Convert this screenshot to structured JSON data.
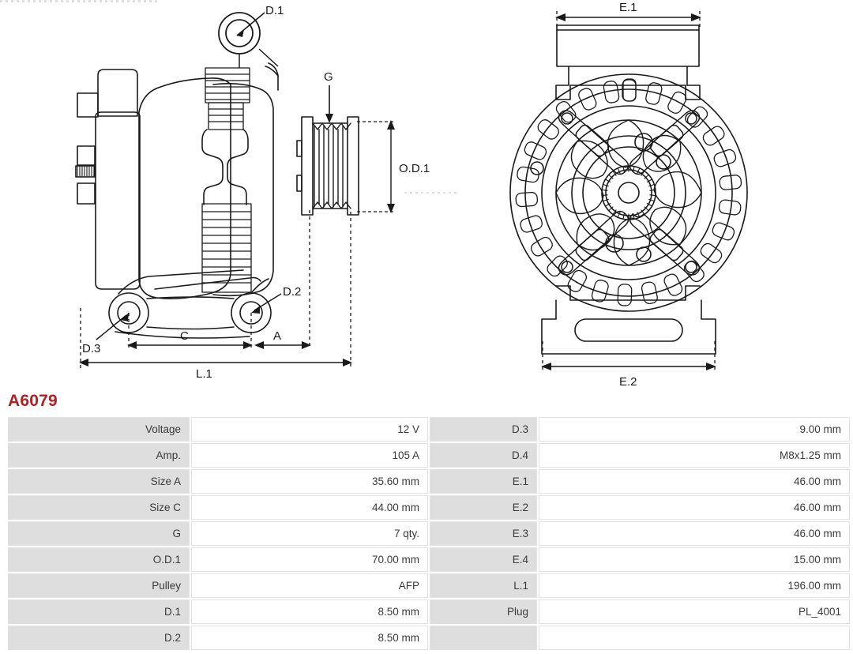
{
  "part": {
    "code": "A6079",
    "title_color": "#b32024"
  },
  "drawing_left": {
    "view_name": "alternator-side-view",
    "callouts": [
      {
        "id": "D.1",
        "label": "D.1"
      },
      {
        "id": "G",
        "label": "G"
      },
      {
        "id": "OD1",
        "label": "O.D.1"
      },
      {
        "id": "D.2",
        "label": "D.2"
      },
      {
        "id": "D.3",
        "label": "D.3"
      },
      {
        "id": "C",
        "label": "C"
      },
      {
        "id": "A",
        "label": "A"
      },
      {
        "id": "L1",
        "label": "L.1"
      }
    ]
  },
  "drawing_right": {
    "view_name": "alternator-rear-view",
    "callouts": [
      {
        "id": "E.1",
        "label": "E.1"
      },
      {
        "id": "E.2",
        "label": "E.2"
      }
    ]
  },
  "spec_table": {
    "rows": [
      {
        "l1": "Voltage",
        "v1": "12 V",
        "l2": "D.3",
        "v2": "9.00 mm"
      },
      {
        "l1": "Amp.",
        "v1": "105 A",
        "l2": "D.4",
        "v2": "M8x1.25 mm"
      },
      {
        "l1": "Size A",
        "v1": "35.60 mm",
        "l2": "E.1",
        "v2": "46.00 mm"
      },
      {
        "l1": "Size C",
        "v1": "44.00 mm",
        "l2": "E.2",
        "v2": "46.00 mm"
      },
      {
        "l1": "G",
        "v1": "7 qty.",
        "l2": "E.3",
        "v2": "46.00 mm"
      },
      {
        "l1": "O.D.1",
        "v1": "70.00 mm",
        "l2": "E.4",
        "v2": "15.00 mm"
      },
      {
        "l1": "Pulley",
        "v1": "AFP",
        "l2": "L.1",
        "v2": "196.00 mm"
      },
      {
        "l1": "D.1",
        "v1": "8.50 mm",
        "l2": "Plug",
        "v2": "PL_4001"
      },
      {
        "l1": "D.2",
        "v1": "8.50 mm",
        "l2": "",
        "v2": ""
      }
    ]
  }
}
